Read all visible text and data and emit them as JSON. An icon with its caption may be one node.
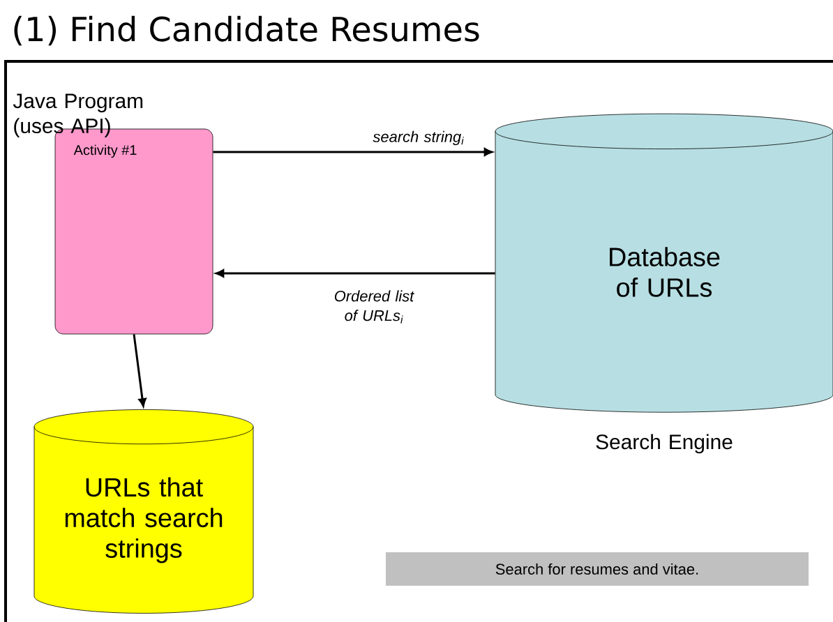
{
  "diagram": {
    "title": "(1) Find Candidate Resumes",
    "nodes": [
      {
        "text": [
          "Activity #1"
        ],
        "beside": [
          "Java Program (uses API)"
        ]
      },
      {
        "text": [
          "Database of URLs"
        ],
        "beside": [
          "Search Engine"
        ]
      },
      {
        "text": [
          "URLs that match search strings"
        ]
      },
      {
        "text": [
          "Search for resumes and vitae."
        ]
      }
    ],
    "edges": [
      {
        "from": 0,
        "to": 1,
        "arrow": "to",
        "label": "search string$_{i}$"
      },
      {
        "from": 1,
        "to": 0,
        "arrow": "to",
        "label": "Ordered list of URLs$_{i}$"
      },
      {
        "from": 0,
        "to": 2,
        "arrow": "to"
      }
    ]
  }
}
